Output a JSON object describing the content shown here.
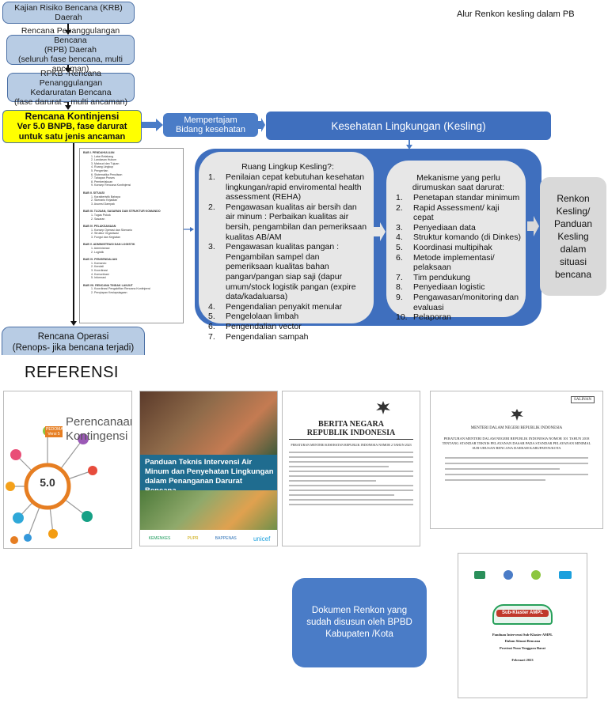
{
  "header": {
    "title": "Alur Renkon kesling dalam PB"
  },
  "flow": {
    "krb": "Kajian Risiko Bencana (KRB) Daerah",
    "rpb": [
      "Rencana Penanggulangan Bencana",
      "(RPB) Daerah",
      "(seluruh fase bencana, multi ancaman)"
    ],
    "rpkb": [
      "RPKB -Rencana Penanggulangan",
      "Kedaruratan Bencana",
      "(fase darurat – multi ancaman)"
    ],
    "renkon": [
      "Rencana Kontinjensi",
      "Ver 5.0 BNPB, fase darurat",
      "untuk satu jenis ancaman"
    ],
    "renops": [
      "Rencana Operasi",
      "(Renops- jika bencana terjadi)"
    ],
    "mempertajam": [
      "Mempertajam",
      "Bidang kesehatan"
    ],
    "kesling": "Kesehatan Lingkungan (Kesling)",
    "result": [
      "Renkon",
      "Kesling/",
      "Panduan",
      "Kesling",
      "dalam",
      "situasi",
      "bencana"
    ]
  },
  "outline": {
    "sections": [
      {
        "title": "BAB I. PENDAHULUAN",
        "items": [
          "1. Latar Belakang",
          "2. Landasan Hukum",
          "3. Maksud dan Tujuan",
          "4. Ruang Lingkup",
          "5. Pengertian",
          "6. Sistematika Penulisan",
          "7. Tahapan Proses",
          "8. Pemberlakuan",
          "9. Konsep Rencana Kontinjensi"
        ]
      },
      {
        "title": "BAB II. SITUASI",
        "items": [
          "1. Karakteristik Bahaya",
          "2. Skenario Kejadian",
          "3. Asumsi Dampak"
        ]
      },
      {
        "title": "BAB III. TUJUAN, SASARAN DAN STRUKTUR KOMANDO",
        "items": [
          "1. Tugas Pokok",
          "2. Sasaran"
        ]
      },
      {
        "title": "BAB IV. PELAKSANAAN",
        "items": [
          "1. Konsep Operasi dan Skenario",
          "2. Struktur Organisasi",
          "3. Fungsi dan Kegiatan"
        ]
      },
      {
        "title": "BAB V. ADMINISTRASI DAN LOGISTIK",
        "items": [
          "1. Administrasi",
          "2. Logistik"
        ]
      },
      {
        "title": "BAB VI. PENGENDALIAN",
        "items": [
          "1. Komando",
          "2. Kendali",
          "3. Koordinasi",
          "4. Komunikasi",
          "5. Informasi"
        ]
      },
      {
        "title": "BAB VII. RENCANA TINDAK LANJUT",
        "items": [
          "1. Koordinasi Pengaktifan Rencana Kontinjensi",
          "2. Penyiapan Kesiapsiagaan"
        ]
      }
    ]
  },
  "ruang_lingkup": {
    "title": "Ruang Lingkup  Kesling?:",
    "items": [
      {
        "n": "1.",
        "text": "Penilaian cepat kebutuhan kesehatan lingkungan/rapid enviromental health assessment (REHA)"
      },
      {
        "n": "2.",
        "text": "Pengawasan kualitas air bersih dan air minum : Perbaikan kualitas air bersih, pengambilan dan pemeriksaan kualitas AB/AM"
      },
      {
        "n": "3.",
        "text": "Pengawasan kualitas  pangan :"
      },
      {
        "n": "",
        "text": "Pengambilan sampel dan pemeriksaan kualitas bahan pangan/pangan siap saji (dapur umum/stock logistik pangan (expire data/kadaluarsa)"
      },
      {
        "n": "4.",
        "text": "Pengendalian penyakit menular"
      },
      {
        "n": "5.",
        "text": "Pengelolaan limbah"
      },
      {
        "n": "6.",
        "text": "Pengendalian vector"
      },
      {
        "n": "7.",
        "text": "Pengendalian sampah"
      }
    ]
  },
  "mekanisme": {
    "title": [
      "Mekanisme yang perlu",
      "dirumuskan saat darurat:"
    ],
    "items": [
      {
        "n": "1.",
        "text": "Penetapan standar minimum"
      },
      {
        "n": "2.",
        "text": "Rapid Assessment/ kaji cepat"
      },
      {
        "n": "3.",
        "text": "Penyediaan data"
      },
      {
        "n": "4.",
        "text": "Struktur komando (di Dinkes)"
      },
      {
        "n": "5.",
        "text": "Koordinasi multipihak"
      },
      {
        "n": "6.",
        "text": "Metode implementasi/ pelaksaan"
      },
      {
        "n": "7.",
        "text": "Tim pendukung"
      },
      {
        "n": "8.",
        "text": "Penyediaan logistic"
      },
      {
        "n": "9.",
        "text": "Pengawasan/monitoring dan evaluasi"
      },
      {
        "n": "10.",
        "text": "Pelaporan"
      }
    ]
  },
  "referensi": {
    "heading": "REFERENSI",
    "doc1": {
      "badge": "PEDOMAN Versi 5",
      "title": [
        "Perencanaan",
        "Kontingensi"
      ],
      "version": "5.0"
    },
    "doc2": {
      "title": "Panduan Teknis Intervensi Air Minum dan Penyehatan Lingkungan dalam Penanganan Darurat Bencana",
      "logos": [
        "KEMENKES",
        "PUPR",
        "BAPPENAS",
        "unicef"
      ]
    },
    "doc3": {
      "line1": "BERITA NEGARA",
      "line2": "REPUBLIK INDONESIA",
      "sub": "PERATURAN MENTERI KESEHATAN REPUBLIK INDONESIA NOMOR 2 TAHUN 2023"
    },
    "doc4": {
      "tag": "SALINAN",
      "line1": "MENTERI DALAM NEGERI REPUBLIK INDONESIA",
      "sub": "PERATURAN MENTERI DALAM NEGERI REPUBLIK INDONESIA NOMOR 101 TAHUN 2018 TENTANG STANDAR TEKNIS PELAYANAN DASAR PADA STANDAR PELAYANAN MINIMAL SUB-URUSAN BENCANA DAERAH KABUPATEN/KOTA"
    },
    "doc5": {
      "logo": "Sub-Klaster AMPL",
      "title": "Panduan Intervensi Sub-Klaster AMPL",
      "sub1": "Dalam Situasi Bencana",
      "sub2": "Provinsi Nusa Tenggara Barat",
      "date": "Februari 2023"
    }
  },
  "note": {
    "text": "Dokumen Renkon yang sudah disusun oleh BPBD Kabupaten /Kota"
  },
  "colors": {
    "light_blue": "#b8cce4",
    "mid_blue": "#4a7cc7",
    "dark_blue": "#3f6fbe",
    "yellow": "#ffff00",
    "panel_gray": "#e7e7e7"
  }
}
